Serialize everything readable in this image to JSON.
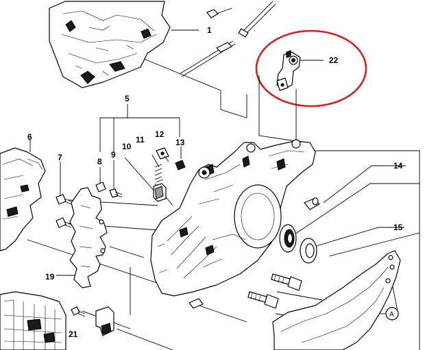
{
  "callouts": {
    "c1": "1",
    "c5": "5",
    "c6": "6",
    "c7": "7",
    "c8": "8",
    "c9": "9",
    "c10": "10",
    "c11": "11",
    "c12": "12",
    "c13": "13",
    "c14": "14",
    "c15": "15",
    "c19": "19",
    "c21": "21",
    "c22": "22",
    "cA": "A"
  },
  "colors": {
    "line": "#000000",
    "highlight": "#d81e1e",
    "background": "#ffffff"
  }
}
